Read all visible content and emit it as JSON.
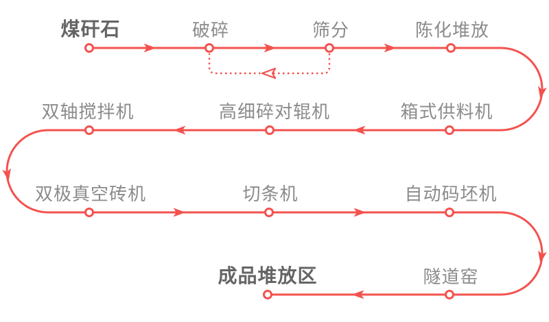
{
  "flow": {
    "nodes": [
      {
        "id": "coal-gangue",
        "label": "煤矸石",
        "emphasis": true
      },
      {
        "id": "crushing",
        "label": "破碎",
        "emphasis": false
      },
      {
        "id": "screening",
        "label": "筛分",
        "emphasis": false
      },
      {
        "id": "aging-stockpile",
        "label": "陈化堆放",
        "emphasis": false
      },
      {
        "id": "box-feeder",
        "label": "箱式供料机",
        "emphasis": false
      },
      {
        "id": "fine-crushing-roller",
        "label": "高细碎对辊机",
        "emphasis": false
      },
      {
        "id": "double-shaft-mixer",
        "label": "双轴搅拌机",
        "emphasis": false
      },
      {
        "id": "double-stage-vacuum-brick-machine",
        "label": "双极真空砖机",
        "emphasis": false
      },
      {
        "id": "cutting-machine",
        "label": "切条机",
        "emphasis": false
      },
      {
        "id": "automatic-stacker",
        "label": "自动码坯机",
        "emphasis": false
      },
      {
        "id": "tunnel-kiln",
        "label": "隧道窑",
        "emphasis": false
      },
      {
        "id": "finished-product-yard",
        "label": "成品堆放区",
        "emphasis": true
      }
    ],
    "feedback": {
      "from": "筛分",
      "to": "破碎",
      "style": "dotted"
    },
    "colors": {
      "line": "#f4514d",
      "node_fill": "#ffffff",
      "label": "#8b8b8b",
      "label_emphasis": "#646464",
      "background": "#ffffff"
    }
  }
}
